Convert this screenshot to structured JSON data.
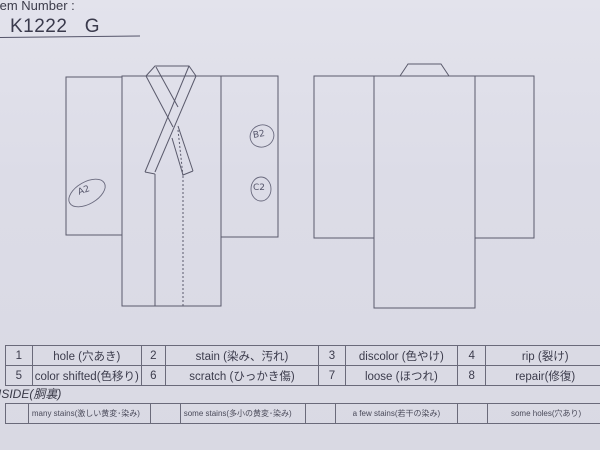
{
  "header": {
    "item_number_label": "tem Number :",
    "item_number_value": "K1222   G"
  },
  "diagram": {
    "front_view": {
      "annotations": [
        {
          "label": "A2",
          "position": "left-sleeve"
        },
        {
          "label": "B2",
          "position": "right-sleeve-upper"
        },
        {
          "label": "C2",
          "position": "right-sleeve-lower"
        }
      ]
    },
    "back_view": {}
  },
  "legend": {
    "rows": [
      [
        {
          "num": "1",
          "label": "hole (穴あき)"
        },
        {
          "num": "2",
          "label": "stain (染み、汚れ)"
        },
        {
          "num": "3",
          "label": "discolor (色やけ)"
        },
        {
          "num": "4",
          "label": "rip (裂け)"
        }
      ],
      [
        {
          "num": "5",
          "label": "color shifted(色移り)"
        },
        {
          "num": "6",
          "label": "scratch (ひっかき傷)"
        },
        {
          "num": "7",
          "label": "loose (ほつれ)"
        },
        {
          "num": "8",
          "label": "repair(修復)"
        }
      ]
    ]
  },
  "inside": {
    "title": "ISIDE(胴裏)",
    "options": [
      {
        "checked": "",
        "label": "many stains(激しい黄変･染み)"
      },
      {
        "checked": "",
        "label": "some stains(多小の黄変･染み)"
      },
      {
        "checked": "",
        "label": "a few stains(若干の染み)"
      },
      {
        "checked": "",
        "label": "some holes(穴あり)"
      }
    ]
  }
}
